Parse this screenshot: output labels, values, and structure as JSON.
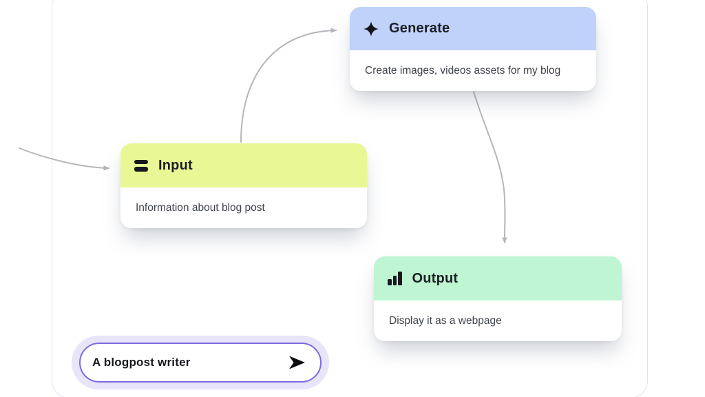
{
  "app": {
    "description": "Visual workflow builder canvas with three connected step nodes and a prompt bar"
  },
  "nodes": [
    {
      "id": "generate",
      "title": "Generate",
      "description": "Create images, videos assets for my blog",
      "icon": "sparkle-icon",
      "header_color": "#c0d2fa"
    },
    {
      "id": "input",
      "title": "Input",
      "description": "Information about blog post",
      "icon": "list-bars-icon",
      "header_color": "#e9f794"
    },
    {
      "id": "output",
      "title": "Output",
      "description": "Display it as a webpage",
      "icon": "bar-chart-icon",
      "header_color": "#bff5d2"
    }
  ],
  "edges": {
    "color": "#b5b6ba",
    "list": [
      {
        "from": "start",
        "to": "input"
      },
      {
        "from": "input",
        "to": "generate"
      },
      {
        "from": "generate",
        "to": "output"
      }
    ]
  },
  "prompt": {
    "value": "A blogpost writer",
    "send_icon": "send-icon",
    "border_color": "#7b6be0",
    "glow_color": "#e8e4f9"
  }
}
